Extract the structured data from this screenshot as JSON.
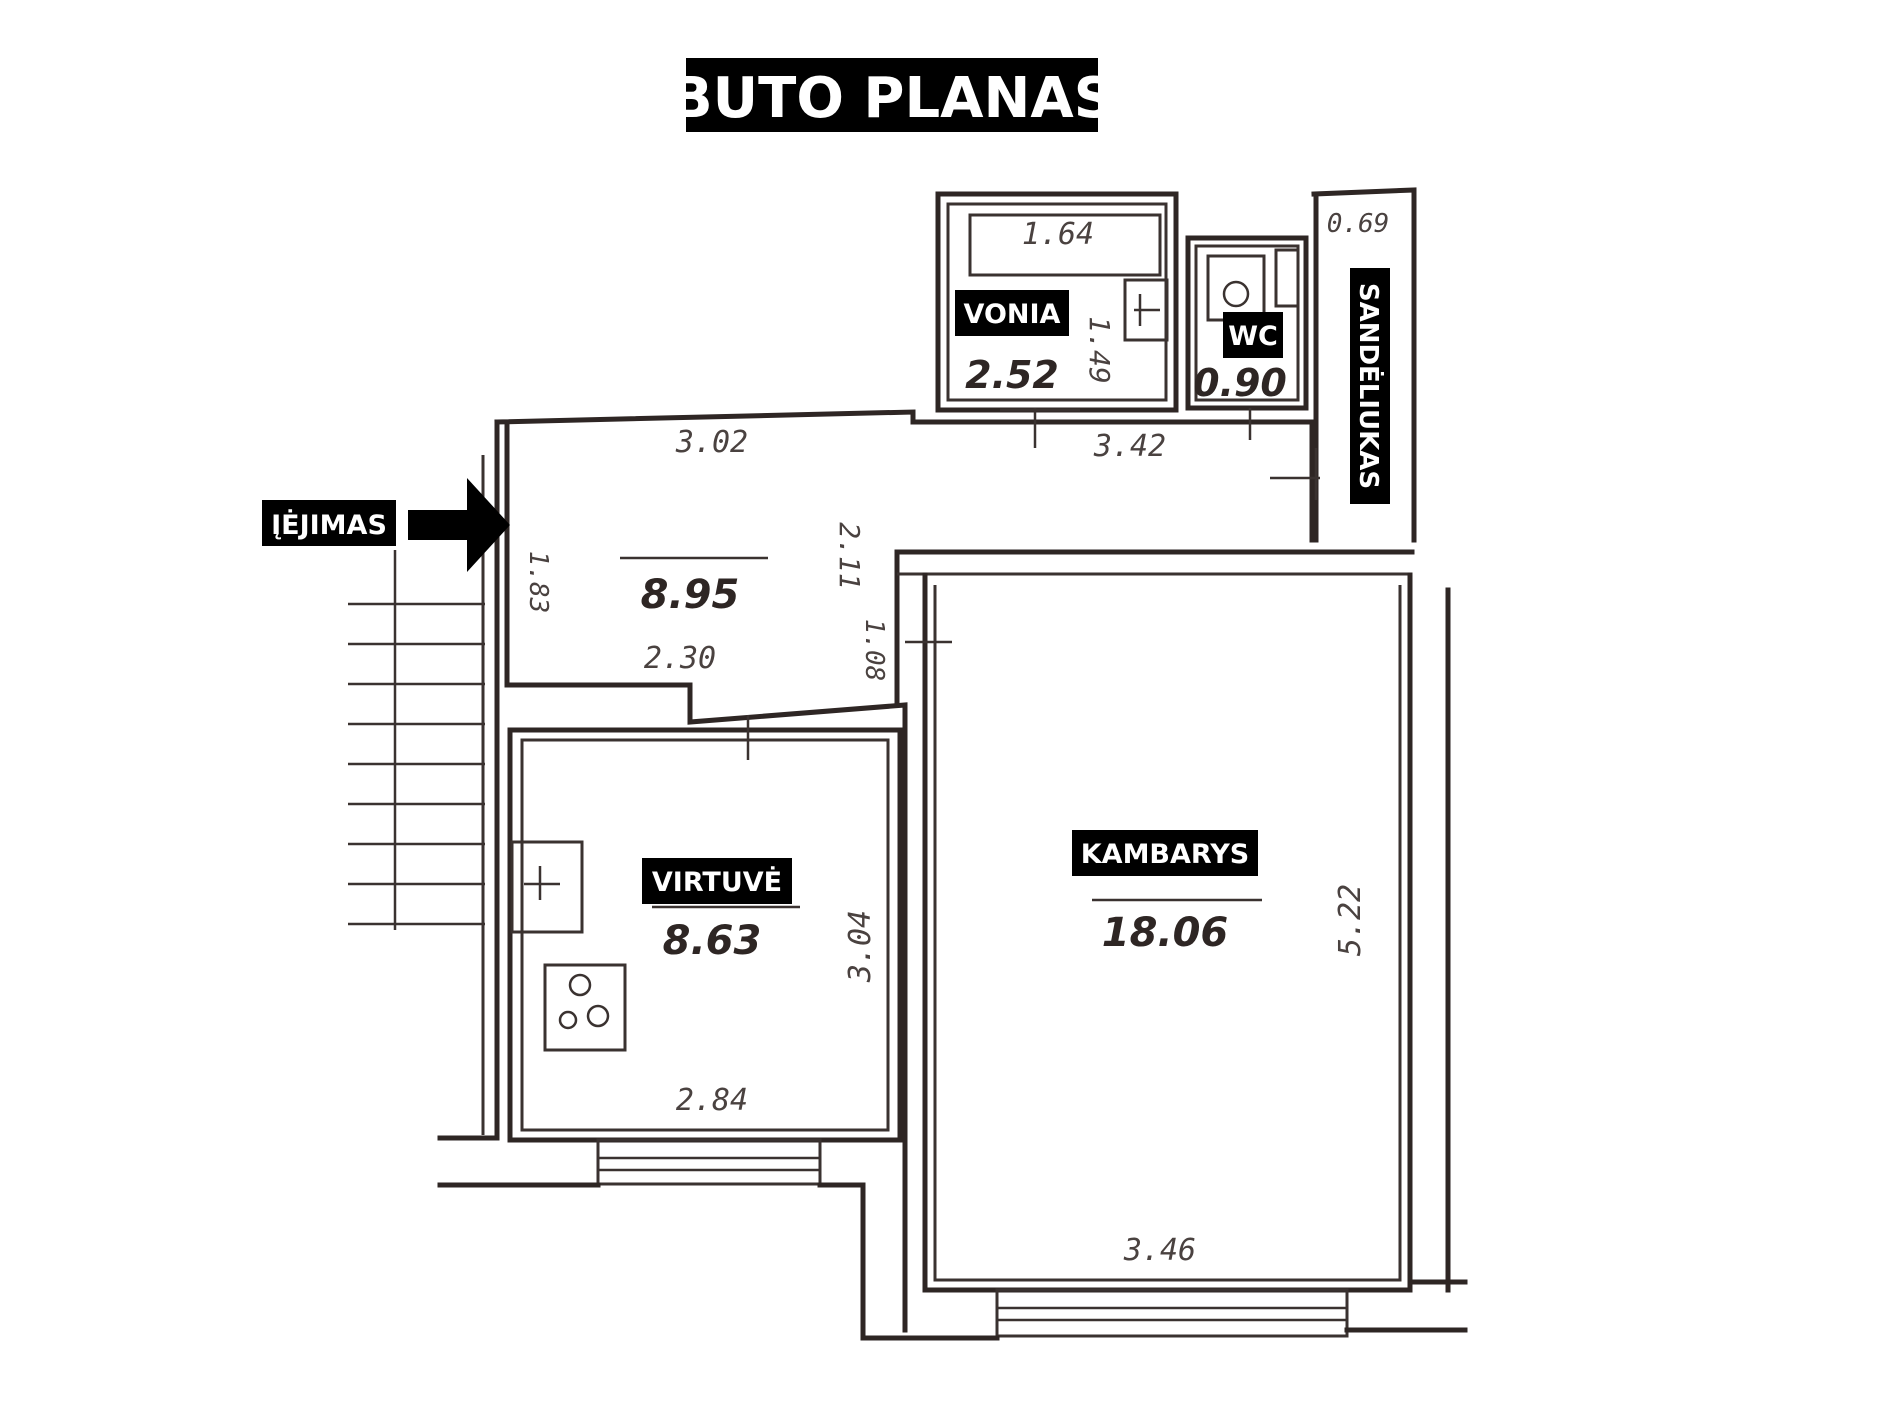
{
  "title": "BUTO PLANAS",
  "labels": {
    "entrance": "ĮĖJIMAS",
    "bathroom": "VONIA",
    "wc": "WC",
    "storage": "SANDĖLIUKAS",
    "kitchen": "VIRTUVĖ",
    "room": "KAMBARYS"
  },
  "areas": {
    "bathroom": "2.52",
    "wc": "0.90",
    "hall": "8.95",
    "kitchen": "8.63",
    "room": "18.06"
  },
  "dimensions": {
    "bath_tub": "1.64",
    "bath_side": "1.49",
    "storage_top": "0.69",
    "hall_top": "3.02",
    "hall_top_right": "3.42",
    "hall_left": "1.83",
    "hall_mid": "2.11",
    "hall_bottom": "2.30",
    "hall_small": "1.08",
    "kitchen_side": "3.04",
    "kitchen_bottom": "2.84",
    "room_side": "5.22",
    "room_bottom": "3.46"
  }
}
